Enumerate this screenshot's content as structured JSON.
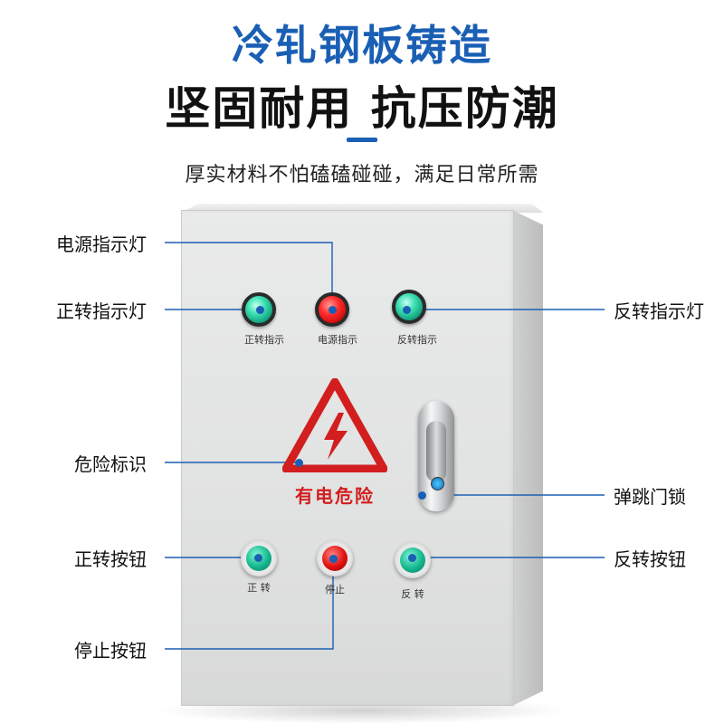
{
  "headline": {
    "line1": "冷轧钢板铸造",
    "line2": "坚固耐用 抗压防潮",
    "subtitle": "厚实材料不怕磕磕碰碰，满足日常所需"
  },
  "panel": {
    "lamps": [
      {
        "label": "正转指示",
        "color": "green"
      },
      {
        "label": "电源指示",
        "color": "red"
      },
      {
        "label": "反转指示",
        "color": "green"
      }
    ],
    "buttons": [
      {
        "label": "正 转",
        "color": "green"
      },
      {
        "label": "停止",
        "color": "red"
      },
      {
        "label": "反 转",
        "color": "green"
      }
    ],
    "warning_text": "有电危险"
  },
  "callouts": {
    "power_lamp": "电源指示灯",
    "forward_lamp": "正转指示灯",
    "reverse_lamp": "反转指示灯",
    "danger_mark": "危险标识",
    "door_lock": "弹跳门锁",
    "forward_button": "正转按钮",
    "reverse_button": "反转按钮",
    "stop_button": "停止按钮"
  },
  "colors": {
    "accent": "#1a5fb4",
    "warning": "#d21e1e",
    "lamp_green": "#13b78e",
    "lamp_red": "#e01010"
  }
}
